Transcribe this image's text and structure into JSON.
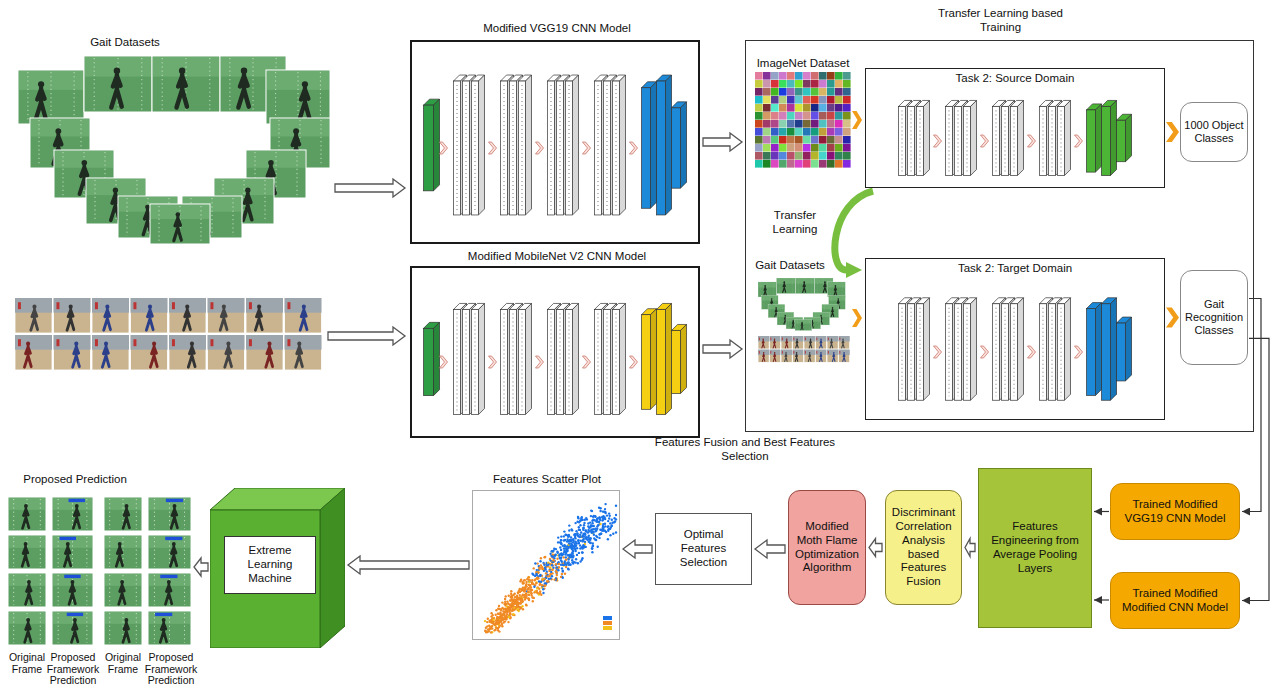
{
  "diagram": {
    "nodes": [
      {
        "text": [
          "Modified VGG19 CNN Model"
        ]
      },
      {
        "text": [
          "Modified MobileNet V2 CNN Model"
        ]
      },
      {
        "text": [
          "Transfer Learning based Training"
        ]
      },
      {
        "text": [
          "Task 2: Source Domain"
        ],
        "in": 2
      },
      {
        "text": [
          "1000 Object Classes"
        ],
        "in": 2
      },
      {
        "text": [
          "Task 2: Target Domain"
        ],
        "in": 2
      },
      {
        "text": [
          "Gait Recognition Classes"
        ],
        "in": 2
      },
      {
        "text": [
          "Trained Modified VGG19 CNN Model"
        ]
      },
      {
        "text": [
          "Trained Modified Modified CNN Model"
        ]
      },
      {
        "text": [
          "Features Engineering from Average Pooling Layers"
        ]
      },
      {
        "text": [
          "Discriminant Correlation Analysis based Features Fusion"
        ]
      },
      {
        "text": [
          "Modified Moth Flame Optimization Algorithm"
        ]
      },
      {
        "text": [
          "Optimal Features Selection"
        ]
      },
      {
        "text": [
          "Features Scatter Plot"
        ]
      },
      {
        "text": [
          "Extreme Learning Machine"
        ]
      }
    ],
    "edges": [
      {
        "from": 0,
        "to": 2,
        "arrow": "to"
      },
      {
        "from": 1,
        "to": 2,
        "arrow": "to"
      },
      {
        "from": 3,
        "to": 4,
        "arrow": "to"
      },
      {
        "from": 3,
        "to": 5,
        "label": "Transfer Learning",
        "arrow": "to"
      },
      {
        "from": 5,
        "to": 6,
        "arrow": "to"
      },
      {
        "from": 6,
        "to": 7,
        "arrow": "to"
      },
      {
        "from": 6,
        "to": 8,
        "arrow": "to"
      },
      {
        "from": 7,
        "to": 9,
        "arrow": "to"
      },
      {
        "from": 8,
        "to": 9,
        "arrow": "to"
      },
      {
        "from": 9,
        "to": 10,
        "arrow": "to"
      },
      {
        "from": 10,
        "to": 11,
        "arrow": "to"
      },
      {
        "from": 11,
        "to": 12,
        "arrow": "to"
      },
      {
        "from": 12,
        "to": 13,
        "arrow": "to"
      },
      {
        "from": 13,
        "to": 14,
        "arrow": "to"
      }
    ],
    "labels": [
      "Gait Datasets",
      "ImageNet Dataset",
      "Gait Datasets",
      "Features Fusion and Best Features Selection",
      "Proposed Prediction",
      "Original Frame",
      "Proposed Framework Prediction",
      "Original Frame",
      "Proposed Framework Prediction"
    ]
  }
}
